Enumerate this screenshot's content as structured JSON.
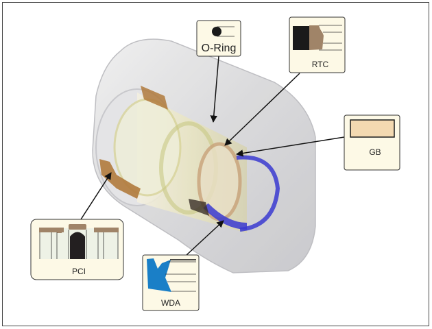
{
  "labels": {
    "oring": "O-Ring",
    "rtc": "RTC",
    "gb": "GB",
    "pci": "PCI",
    "wda": "WDA"
  },
  "colors": {
    "callout_bg": "#fdf9e6",
    "bronze": "#a08468",
    "gb_fill": "#f3d9b1",
    "wda_blue": "#1a7fc7",
    "seal_blue": "#3a3ad0"
  }
}
